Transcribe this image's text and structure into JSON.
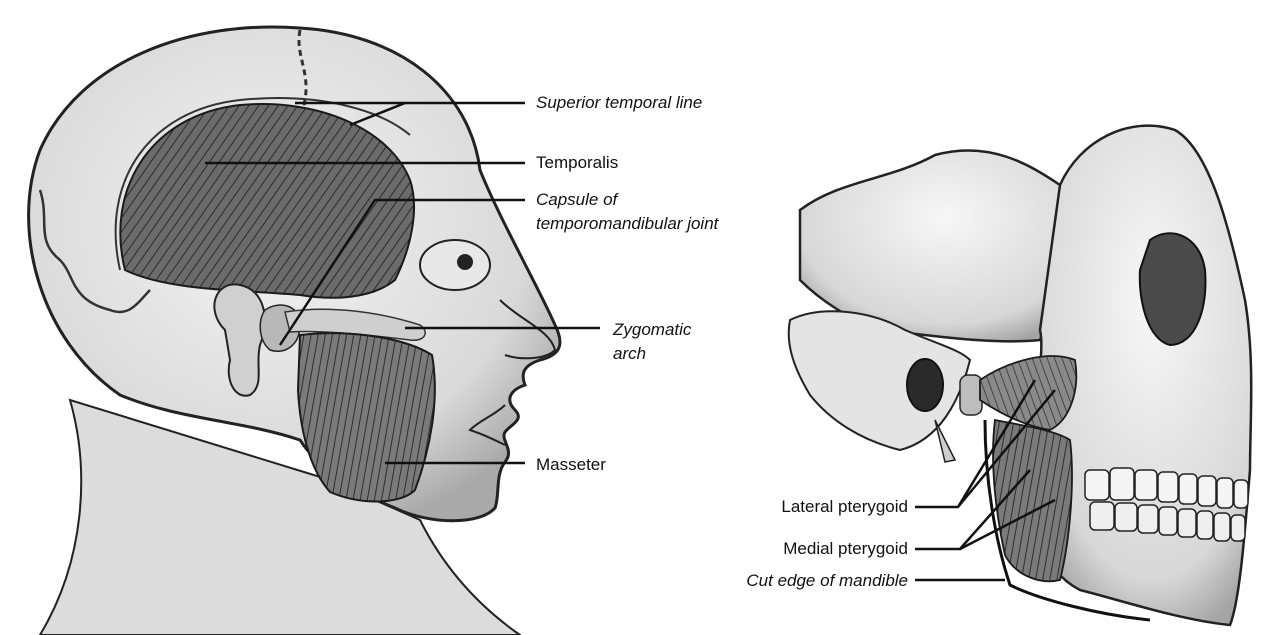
{
  "labels": {
    "superior_temporal_line": "Superior temporal line",
    "temporalis": "Temporalis",
    "capsule_line1": "Capsule of",
    "capsule_line2": "temporomandibular joint",
    "zygomatic_line1": "Zygomatic",
    "zygomatic_line2": "arch",
    "masseter": "Masseter",
    "lateral_pterygoid": "Lateral pterygoid",
    "medial_pterygoid": "Medial pterygoid",
    "cut_edge": "Cut edge of mandible"
  },
  "colors": {
    "ink": "#111111",
    "skin": "#e6e6e6",
    "muscle": "#5a5a5a",
    "bone": "#ececec",
    "shadow": "#9a9a9a"
  }
}
